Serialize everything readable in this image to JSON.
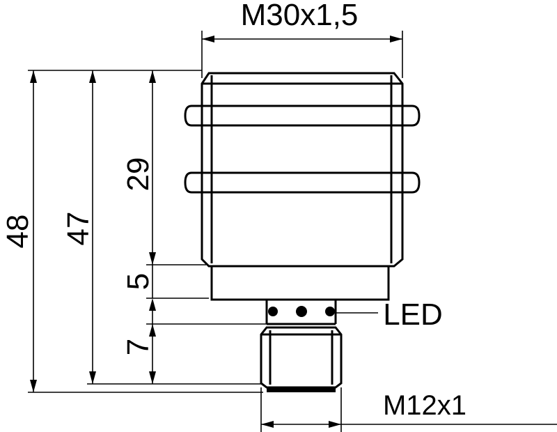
{
  "labels": {
    "thread_top": "M30x1,5",
    "thread_bottom": "M12x1",
    "led": "LED",
    "dim_48": "48",
    "dim_47": "47",
    "dim_29": "29",
    "dim_5": "5",
    "dim_7": "7"
  }
}
